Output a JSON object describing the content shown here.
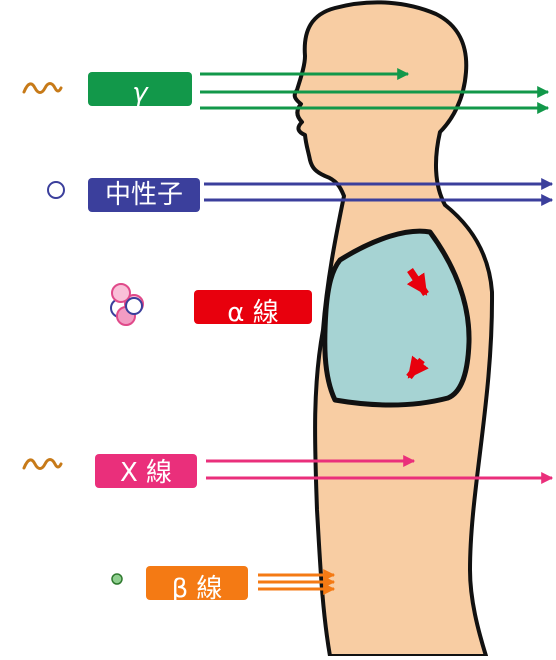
{
  "colors": {
    "gamma": "#12984a",
    "neutron": "#3b3f9c",
    "alpha": "#e8000d",
    "xray": "#ea2f7b",
    "beta": "#f47a14",
    "skin": "#f8cda3",
    "lung": "#a6d3d3",
    "outline": "#111111",
    "wave": "#c77a18"
  },
  "radiation": {
    "gamma_label": "γ",
    "neutron_label": "中性子",
    "alpha_label": "α 線",
    "xray_label": "X 線",
    "beta_label": "β 線"
  },
  "icons": {
    "gamma_source": "wave-squiggle-icon",
    "neutron_source": "neutron-circle-icon",
    "alpha_source": "alpha-particle-cluster-icon",
    "xray_source": "wave-squiggle-icon",
    "beta_source": "electron-dot-icon"
  }
}
